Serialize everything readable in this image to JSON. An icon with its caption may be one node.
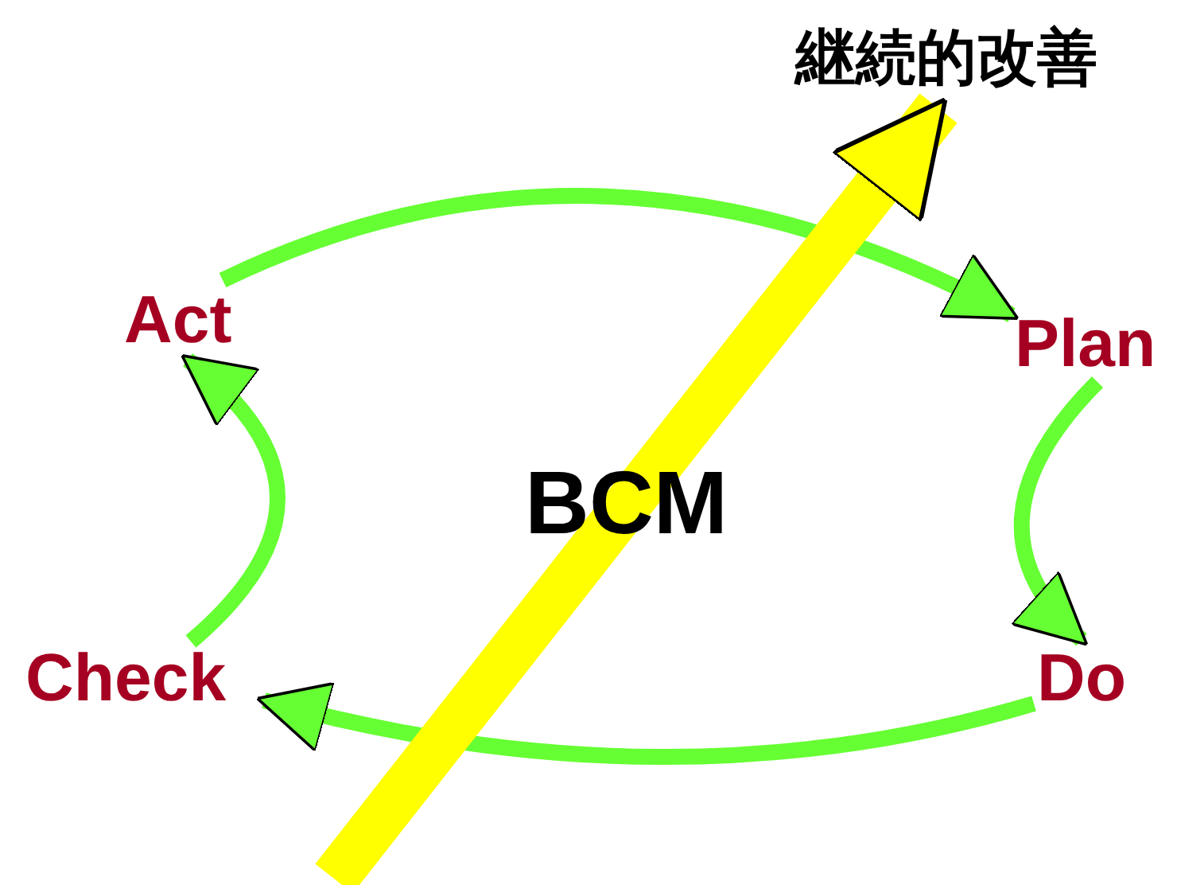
{
  "diagram": {
    "nodes": [
      {
        "text": [
          "Plan"
        ]
      },
      {
        "text": [
          "Do"
        ]
      },
      {
        "text": [
          "Check"
        ]
      },
      {
        "text": [
          "Act"
        ]
      },
      {
        "text": [
          "BCM"
        ]
      },
      {
        "text": [
          "継続的改善"
        ]
      }
    ],
    "edges": [
      {
        "from": 3,
        "to": 0,
        "arrow": "to"
      },
      {
        "from": 0,
        "to": 1,
        "arrow": "to"
      },
      {
        "from": 1,
        "to": 2,
        "arrow": "to"
      },
      {
        "from": 2,
        "to": 3,
        "arrow": "to"
      },
      {
        "from": null,
        "to": 5,
        "arrow": "to",
        "style": "thick",
        "color": "#ffff00"
      }
    ]
  }
}
